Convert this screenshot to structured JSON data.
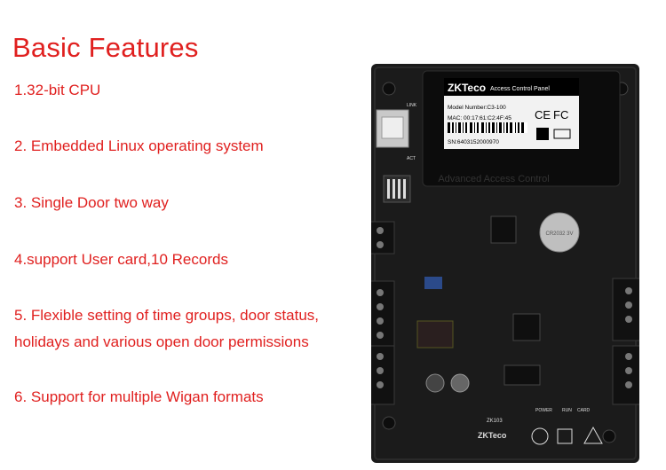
{
  "heading": "Basic Features",
  "features": [
    "1.32-bit CPU",
    "2. Embedded Linux operating system",
    "3. Single Door two way",
    "4.support User card,10 Records",
    "5. Flexible setting of time groups, door status,",
    "holidays and various open door permissions",
    "6. Support for multiple Wigan formats"
  ],
  "board": {
    "brand": "ZKTeco",
    "panel_title": "Access Control Panel",
    "model": "Model Number:C3-100",
    "mac": "MAC: 00:17:61:C2:4F:45",
    "sn": "SN:6403152000970",
    "cover_text": "Advanced Access Control",
    "bottom_brand": "ZKTeco",
    "bottom_model": "ZK103",
    "bottom_labels": [
      "POWER",
      "RUN",
      "CARD"
    ],
    "leds": [
      "LINK",
      "ACT"
    ],
    "cert_marks": [
      "CE",
      "FC"
    ],
    "battery_text": "CR2032 3V"
  },
  "colors": {
    "accent": "#e0201f",
    "board": "#1b1b1b",
    "terminal": "#111111",
    "label": "#f2f2f2"
  }
}
